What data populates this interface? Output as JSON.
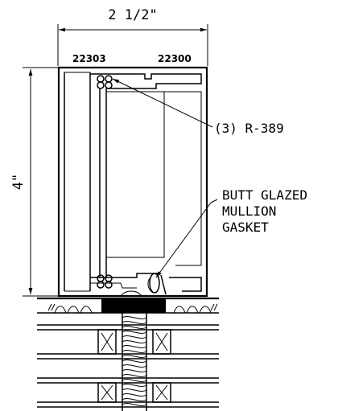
{
  "drawing": {
    "width_dimension": "2 1/2\"",
    "height_dimension": "4\"",
    "left_part_number": "22303",
    "right_part_number": "22300",
    "callout_fastener": "(3) R-389",
    "callout_gasket": [
      "BUTT GLAZED",
      "MULLION",
      "GASKET"
    ]
  }
}
